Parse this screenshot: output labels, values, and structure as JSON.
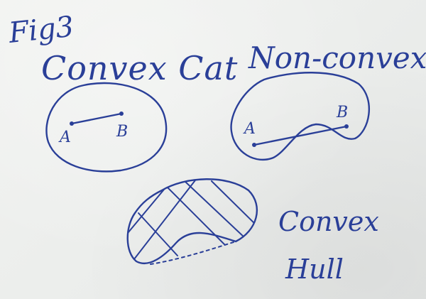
{
  "figure_label": "Fig3",
  "panels": {
    "convex": {
      "title": "Convex Cat",
      "point_a": "A",
      "point_b": "B"
    },
    "nonconvex": {
      "title": "Non-convex Cat",
      "point_a": "A",
      "point_b": "B"
    },
    "hull": {
      "label_line1": "Convex",
      "label_line2": "Hull"
    }
  },
  "colors": {
    "ink": "#2a3f98",
    "board": "#eceeec"
  }
}
